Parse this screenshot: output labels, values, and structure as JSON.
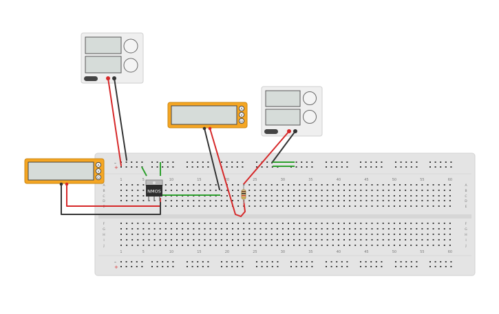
{
  "breadboard": {
    "column_numbers": [
      "1",
      "5",
      "10",
      "15",
      "20",
      "25",
      "30",
      "35",
      "40",
      "45",
      "50",
      "55",
      "60"
    ],
    "row_letters_top": [
      "A",
      "B",
      "C",
      "D",
      "E"
    ],
    "row_letters_bottom": [
      "F",
      "G",
      "H",
      "I",
      "J"
    ],
    "rail_minus": "–",
    "rail_plus": "+"
  },
  "components": {
    "transistor_label": "NMOS",
    "meter_a_button_labels": [
      "A",
      "V",
      "Ω"
    ],
    "meter_b_button_labels": [
      "A",
      "V",
      "Ω"
    ]
  },
  "colors": {
    "meter_frame": "#f5a623",
    "wire_red": "#d62728",
    "wire_black": "#333333",
    "wire_green": "#2ca02c"
  }
}
